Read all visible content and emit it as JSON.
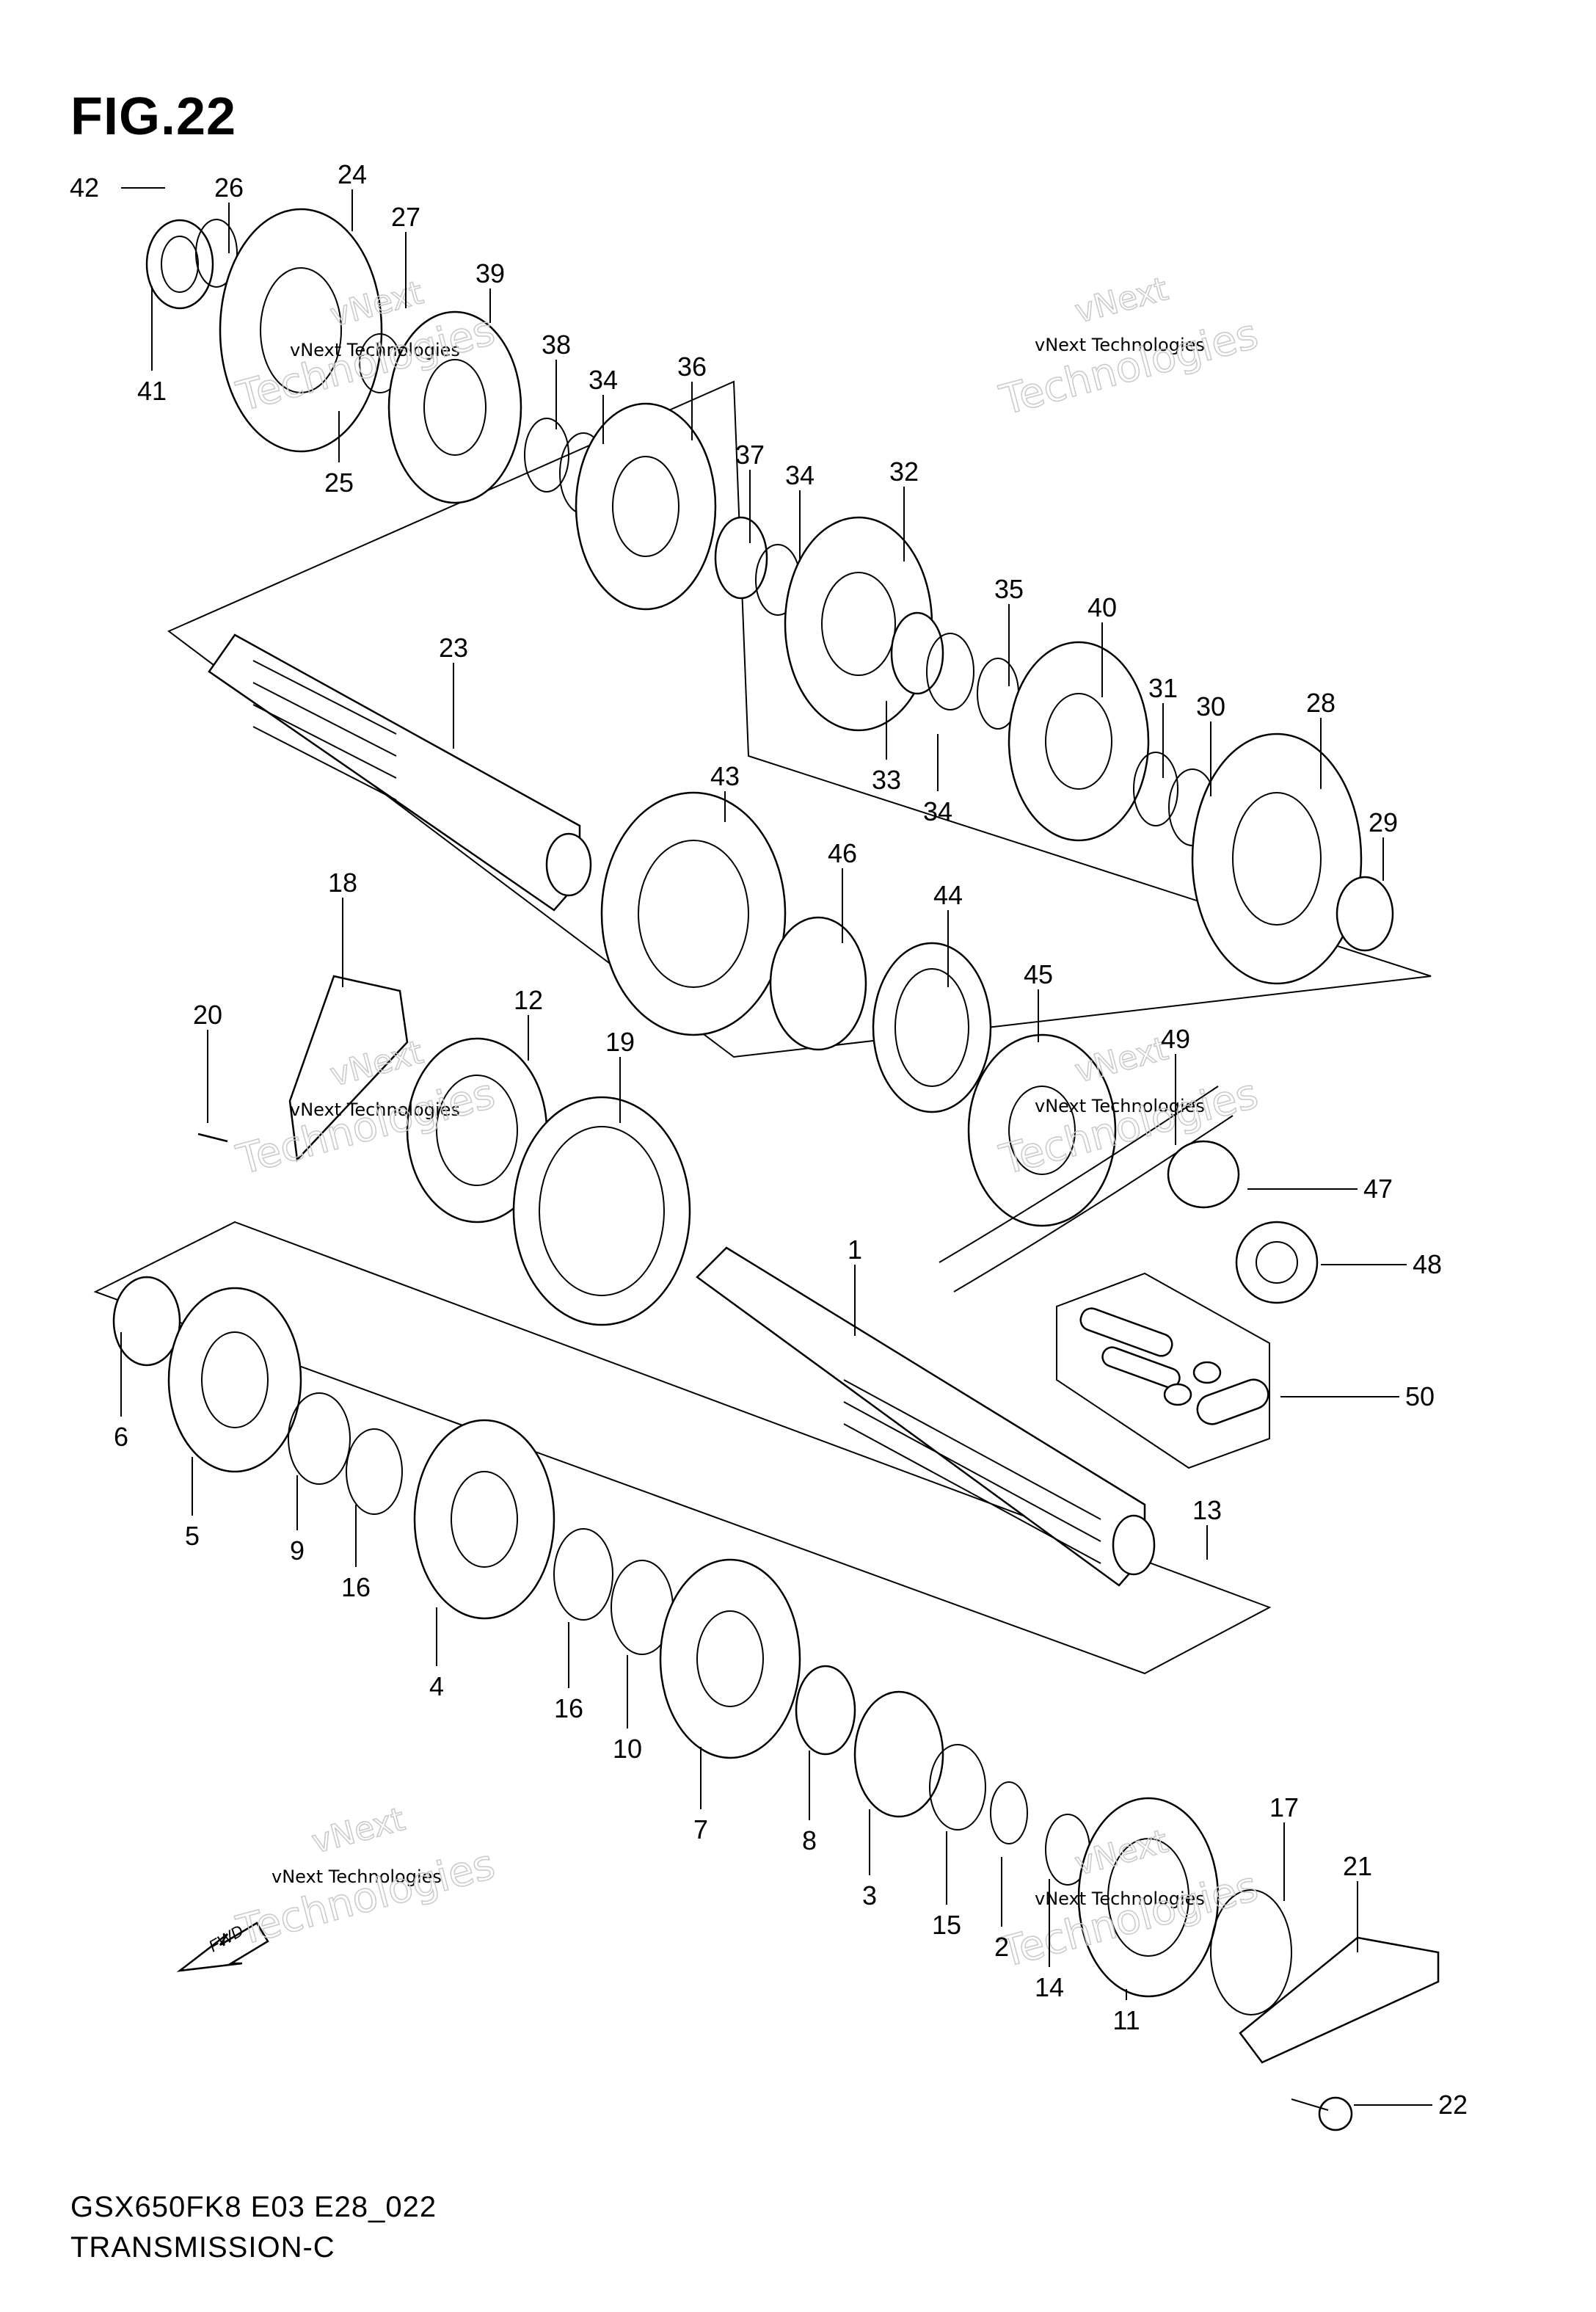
{
  "figure": {
    "title": "FIG.22",
    "code": "GSX650FK8 E03 E28_022",
    "section": "TRANSMISSION-C",
    "fwd_label": "FWD"
  },
  "watermark": {
    "line1": "vNext Technologies",
    "line2": "vNext",
    "line3": "Technologies"
  },
  "callouts": [
    {
      "id": "42",
      "label": "42"
    },
    {
      "id": "26",
      "label": "26"
    },
    {
      "id": "24",
      "label": "24"
    },
    {
      "id": "27",
      "label": "27"
    },
    {
      "id": "39",
      "label": "39"
    },
    {
      "id": "41",
      "label": "41"
    },
    {
      "id": "25",
      "label": "25"
    },
    {
      "id": "38",
      "label": "38"
    },
    {
      "id": "34a",
      "label": "34"
    },
    {
      "id": "36",
      "label": "36"
    },
    {
      "id": "37",
      "label": "37"
    },
    {
      "id": "34b",
      "label": "34"
    },
    {
      "id": "32",
      "label": "32"
    },
    {
      "id": "35",
      "label": "35"
    },
    {
      "id": "40",
      "label": "40"
    },
    {
      "id": "23",
      "label": "23"
    },
    {
      "id": "31",
      "label": "31"
    },
    {
      "id": "30",
      "label": "30"
    },
    {
      "id": "28",
      "label": "28"
    },
    {
      "id": "33",
      "label": "33"
    },
    {
      "id": "34c",
      "label": "34"
    },
    {
      "id": "29",
      "label": "29"
    },
    {
      "id": "43",
      "label": "43"
    },
    {
      "id": "46",
      "label": "46"
    },
    {
      "id": "44",
      "label": "44"
    },
    {
      "id": "18",
      "label": "18"
    },
    {
      "id": "45",
      "label": "45"
    },
    {
      "id": "20",
      "label": "20"
    },
    {
      "id": "12",
      "label": "12"
    },
    {
      "id": "19",
      "label": "19"
    },
    {
      "id": "49",
      "label": "49"
    },
    {
      "id": "47",
      "label": "47"
    },
    {
      "id": "48",
      "label": "48"
    },
    {
      "id": "1",
      "label": "1"
    },
    {
      "id": "50",
      "label": "50"
    },
    {
      "id": "6",
      "label": "6"
    },
    {
      "id": "5",
      "label": "5"
    },
    {
      "id": "9",
      "label": "9"
    },
    {
      "id": "16a",
      "label": "16"
    },
    {
      "id": "13",
      "label": "13"
    },
    {
      "id": "4",
      "label": "4"
    },
    {
      "id": "16b",
      "label": "16"
    },
    {
      "id": "10",
      "label": "10"
    },
    {
      "id": "7",
      "label": "7"
    },
    {
      "id": "8",
      "label": "8"
    },
    {
      "id": "3",
      "label": "3"
    },
    {
      "id": "15",
      "label": "15"
    },
    {
      "id": "2",
      "label": "2"
    },
    {
      "id": "14",
      "label": "14"
    },
    {
      "id": "17",
      "label": "17"
    },
    {
      "id": "21",
      "label": "21"
    },
    {
      "id": "11",
      "label": "11"
    },
    {
      "id": "22",
      "label": "22"
    }
  ]
}
